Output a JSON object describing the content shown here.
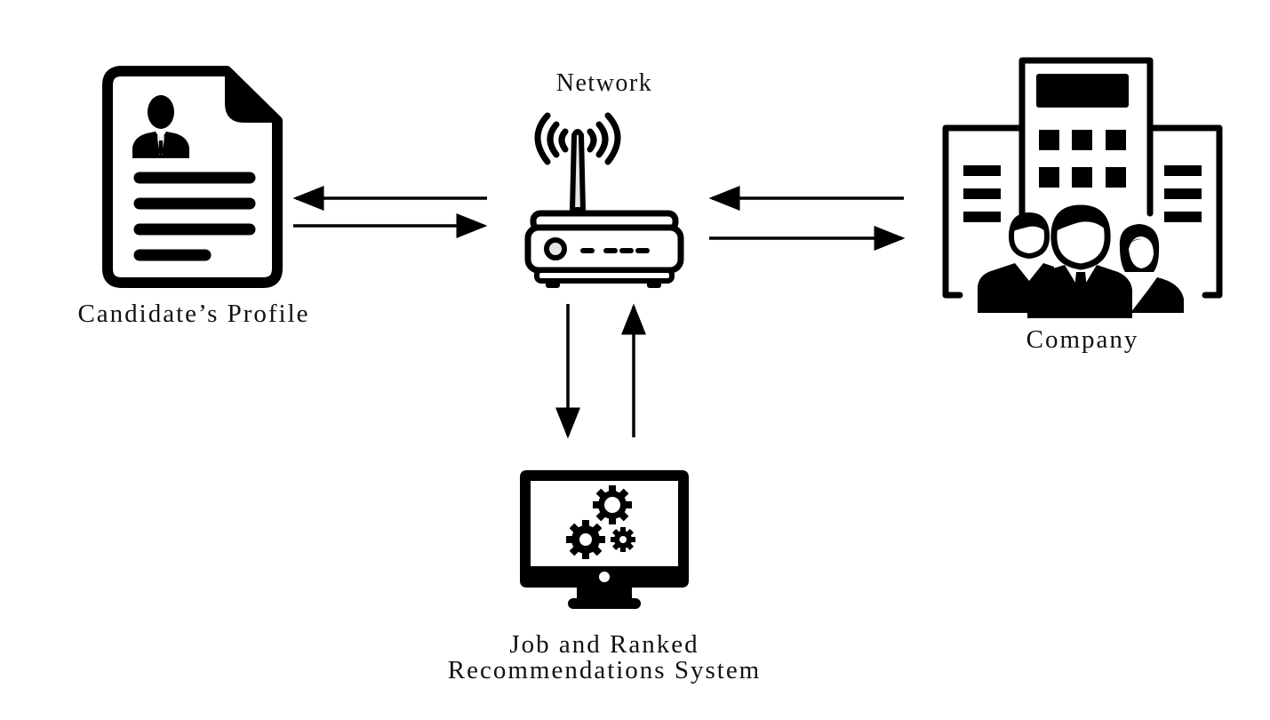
{
  "diagram": {
    "nodes": {
      "candidate": {
        "label": "Candidate’s Profile",
        "icon": "resume-document-icon"
      },
      "network": {
        "label": "Network",
        "icon": "wifi-router-icon"
      },
      "company": {
        "label": "Company",
        "icon": "office-building-people-icon"
      },
      "system": {
        "label_line1": "Job and Ranked",
        "label_line2": "Recommendations System",
        "icon": "monitor-gears-icon"
      }
    },
    "edges": [
      {
        "from": "network",
        "to": "candidate",
        "direction": "left"
      },
      {
        "from": "candidate",
        "to": "network",
        "direction": "right"
      },
      {
        "from": "company",
        "to": "network",
        "direction": "left"
      },
      {
        "from": "network",
        "to": "company",
        "direction": "right"
      },
      {
        "from": "network",
        "to": "system",
        "direction": "down"
      },
      {
        "from": "system",
        "to": "network",
        "direction": "up"
      }
    ],
    "colors": {
      "ink": "#000000",
      "background": "#ffffff",
      "antenna_fill": "#e6e6e6",
      "router_button_fill": "#e6e6e6"
    }
  }
}
